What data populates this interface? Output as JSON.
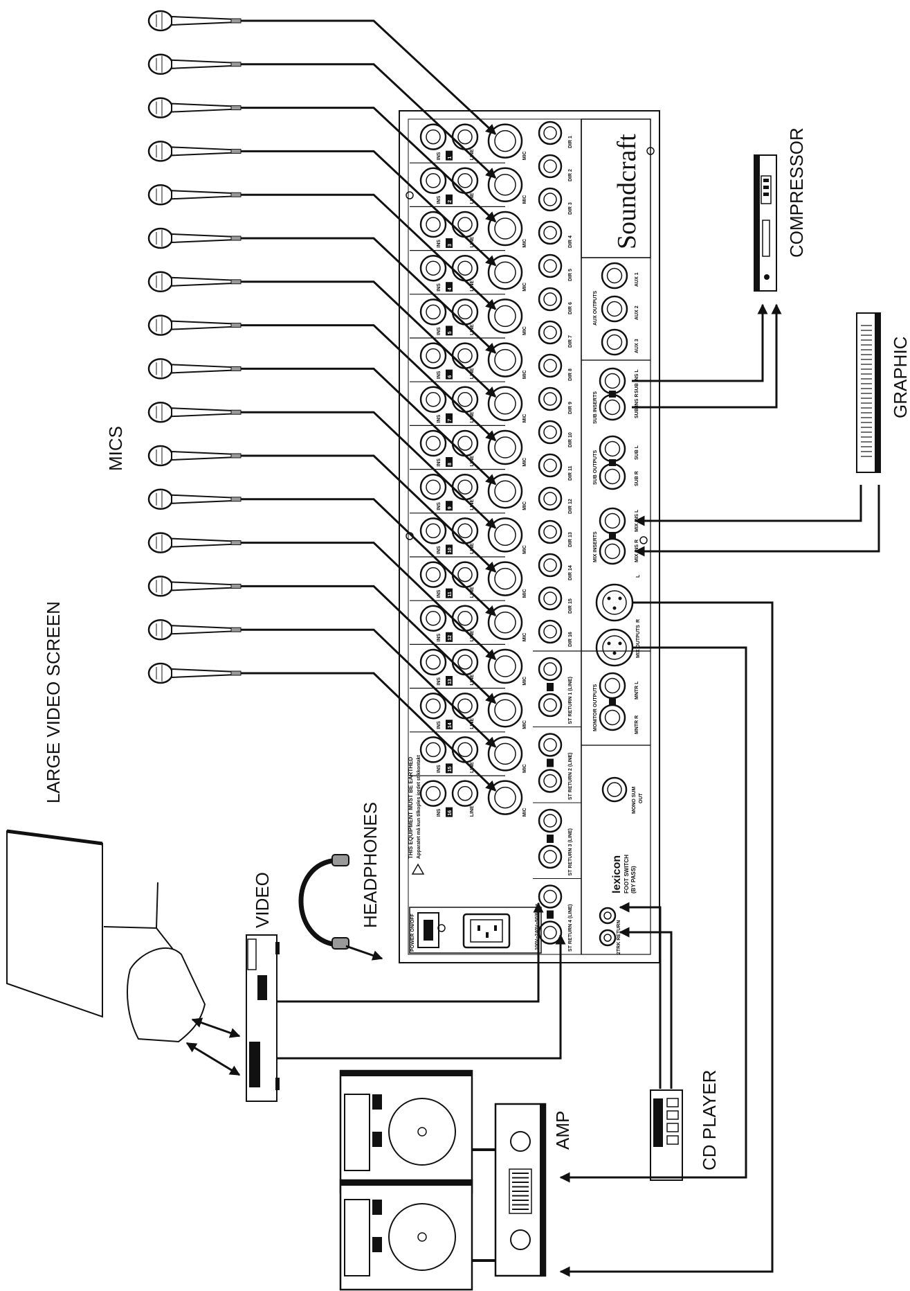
{
  "labels": {
    "mics": "MICS",
    "compressor": "COMPRESSOR",
    "graphic": "GRAPHIC",
    "large_video_screen": "LARGE VIDEO SCREEN",
    "headphones": "HEADPHONES",
    "video": "VIDEO",
    "cd_player": "CD PLAYER",
    "amp": "AMP"
  },
  "mixer": {
    "brand": "Soundcraft",
    "lexicon": "lexicon",
    "foot_switch": "FOOT SWITCH",
    "bypass": "(BY PASS)",
    "warning": "THIS EQUIPMENT MUST BE EARTHED",
    "warning_sub": "Apparatet må kun tilkoples jordet stikkontakt",
    "power": "POWER ON/OFF",
    "voltage": "100V~240V~50/60Hz",
    "mono_sum": "MONO SUM",
    "mono_out": "OUT",
    "channel_numbers": [
      "1",
      "2",
      "3",
      "4",
      "5",
      "6",
      "7",
      "8",
      "9",
      "10",
      "11",
      "12",
      "13",
      "14",
      "15",
      "16"
    ],
    "jack_labels": {
      "ins": "INS",
      "line": "LINE",
      "mic": "MIC"
    },
    "dir_labels": [
      "DIR 1",
      "DIR 2",
      "DIR 3",
      "DIR 4",
      "DIR 5",
      "DIR 6",
      "DIR 7",
      "DIR 8",
      "DIR 9",
      "DIR 10",
      "DIR 11",
      "DIR 12",
      "DIR 13",
      "DIR 14",
      "DIR 15",
      "DIR 16"
    ],
    "stereo_returns": [
      "ST RETURN 1 (LINE)",
      "ST RETURN 2 (LINE)",
      "ST RETURN 3 (LINE)",
      "ST RETURN 4 (LINE)"
    ],
    "aux_outputs": {
      "title": "AUX OUTPUTS",
      "jacks": [
        "AUX 1",
        "AUX 2",
        "AUX 3"
      ]
    },
    "sub_inserts": {
      "title": "SUB INSERTS",
      "jacks": [
        "SUB INS L",
        "SUB INS R"
      ]
    },
    "sub_outputs": {
      "title": "SUB OUTPUTS",
      "jacks": [
        "SUB L",
        "SUB R"
      ]
    },
    "mix_inserts": {
      "title": "MIX INSERTS",
      "jacks": [
        "MIX INS L",
        "MIX INS R"
      ]
    },
    "mix_outputs": {
      "title": "MIX OUTPUTS",
      "jacks": [
        "L",
        "R"
      ]
    },
    "monitor_outputs": {
      "title": "MONITOR OUTPUTS",
      "jacks": [
        "MNTR L",
        "MNTR R"
      ]
    },
    "two_track_return": "2TRK RETURN"
  },
  "colors": {
    "ink": "#111111",
    "paper": "#ffffff",
    "cable_head": "#9a9a9a"
  }
}
